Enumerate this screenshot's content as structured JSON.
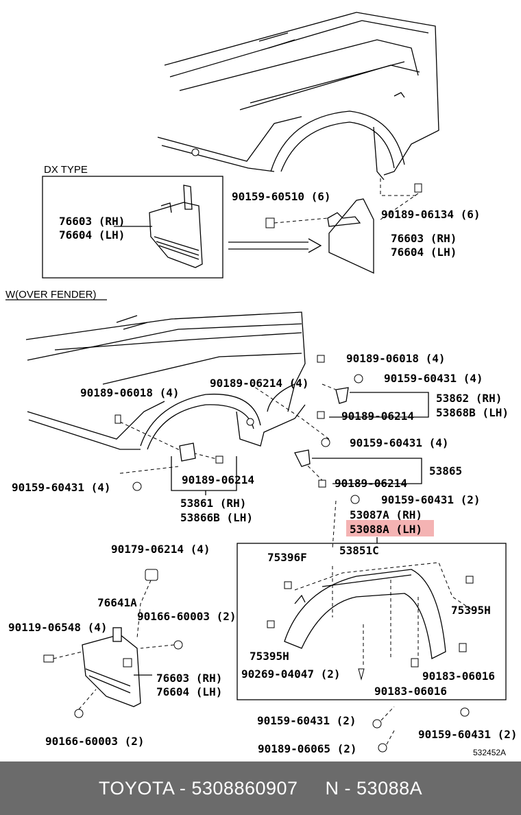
{
  "sections": {
    "dx_type": "DX TYPE",
    "w_over_fender": "W(OVER FENDER)"
  },
  "parts": {
    "p_90159_60510": "90159-60510 (6)",
    "p_90189_06134": "90189-06134 (6)",
    "p_76603_box": "76603 (RH)",
    "p_76604_box": "76604 (LH)",
    "p_76603_top": "76603 (RH)",
    "p_76604_top": "76604 (LH)",
    "p_90189_06018_r": "90189-06018 (4)",
    "p_90159_60431_r": "90159-60431 (4)",
    "p_90189_06214_c": "90189-06214 (4)",
    "p_90189_06018_l": "90189-06018 (4)",
    "p_53862": "53862 (RH)",
    "p_53868b": "53868B (LH)",
    "p_90189_06214_r1": "90189-06214",
    "p_90159_60431_m": "90159-60431 (4)",
    "p_53865": "53865",
    "p_90189_06214_r2": "90189-06214",
    "p_90159_60431_l": "90159-60431 (4)",
    "p_90189_06214_l": "90189-06214",
    "p_53861": "53861 (RH)",
    "p_53866b": "53866B (LH)",
    "p_90159_60431_2": "90159-60431 (2)",
    "p_53087a": "53087A (RH)",
    "p_53088a": "53088A (LH)",
    "p_90179_06214": "90179-06214 (4)",
    "p_53851c": "53851C",
    "p_75396f": "75396F",
    "p_76641a": "76641A",
    "p_90166_60003_a": "90166-60003 (2)",
    "p_75395h_r": "75395H",
    "p_90119_06548": "90119-06548 (4)",
    "p_75395h_l": "75395H",
    "p_76603_bot": "76603 (RH)",
    "p_76604_bot": "76604 (LH)",
    "p_90269_04047": "90269-04047 (2)",
    "p_90183_06016_r": "90183-06016",
    "p_90183_06016_c": "90183-06016",
    "p_90159_60431_b1": "90159-60431 (2)",
    "p_90159_60431_b2": "90159-60431 (2)",
    "p_90166_60003_b": "90166-60003 (2)",
    "p_90189_06065": "90189-06065 (2)"
  },
  "reference_code": "532452A",
  "highlight_color": "#f2a6a6",
  "footer": {
    "brand_part": "TOYOTA - 5308860907",
    "catalog_ref": "N - 53088A",
    "background": "#6b6b6b"
  }
}
